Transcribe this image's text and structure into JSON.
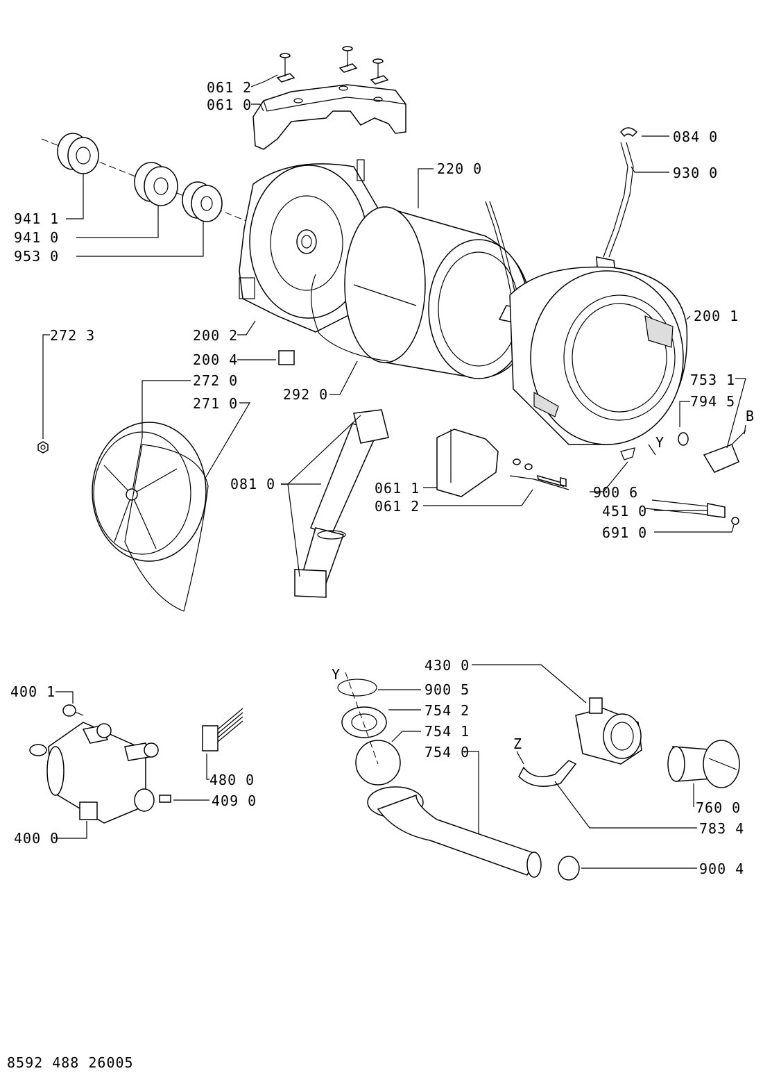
{
  "labels": {
    "l0612a": "061 2",
    "l0610": "061 0",
    "l0840": "084 0",
    "l2200": "220 0",
    "l9300": "930 0",
    "l9411": "941 1",
    "l9410": "941 0",
    "l9530": "953 0",
    "l2001": "200 1",
    "l2723": "272 3",
    "l2002": "200 2",
    "l2004": "200 4",
    "l2920": "292 0",
    "l2720": "272 0",
    "l2710": "271 0",
    "l7531": "753 1",
    "l7945": "794 5",
    "lB": "B",
    "lY1": "Y",
    "l0810": "081 0",
    "l0611": "061 1",
    "l0612b": "061 2",
    "l9006": "900 6",
    "l4510": "451 0",
    "l6910": "691 0",
    "l4300": "430 0",
    "lY2": "Y",
    "l9005": "900 5",
    "l7542": "754 2",
    "l7541": "754 1",
    "l7540": "754 0",
    "l4001": "400 1",
    "l4800": "480 0",
    "l4090": "409 0",
    "l4000": "400 0",
    "lZ": "Z",
    "l7600": "760 0",
    "l7834": "783 4",
    "l9004": "900 4"
  },
  "footer": "8592 488 26005"
}
